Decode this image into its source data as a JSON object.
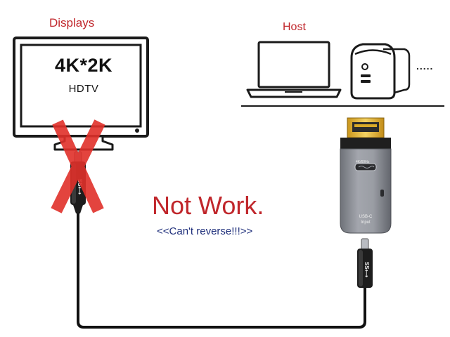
{
  "labels": {
    "displays": "Displays",
    "host": "Host",
    "hosts_more": ".....",
    "not_work": "Not Work.",
    "cant_reverse": "<<Can't reverse!!!>>"
  },
  "display": {
    "resolution": "4K*2K",
    "type": "HDTV"
  },
  "adapter": {
    "port_label": "4K/60Hz",
    "input_line1": "USB-C",
    "input_line2": "Input"
  },
  "colors": {
    "accent_red": "#c0262b",
    "note_blue": "#1d2d7a",
    "cross_red": "#e0302a",
    "adapter_grey": "#8a8d94",
    "hdmi_gold": "#e2b630"
  },
  "icons": [
    "tv-monitor-icon",
    "laptop-icon",
    "desktop-tower-icon",
    "red-cross-mark-icon",
    "usb-c-plug-icon",
    "hdmi-adapter-icon"
  ]
}
